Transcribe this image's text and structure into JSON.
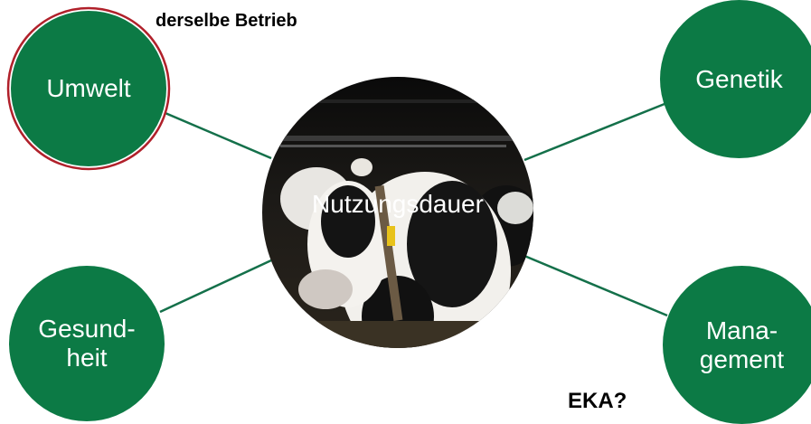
{
  "annotation_top": "derselbe Betrieb",
  "annotation_bottom": "EKA?",
  "center": {
    "label": "Nutzungsdauer",
    "image": "cow-in-barn-photo"
  },
  "nodes": {
    "umwelt": "Umwelt",
    "genetik": "Genetik",
    "gesundheit": "Gesund-\nheit",
    "management": "Mana-\ngement"
  },
  "colors": {
    "node_fill": "#0c7a45",
    "connector": "#14704a",
    "highlight_ring": "#b0202a"
  }
}
